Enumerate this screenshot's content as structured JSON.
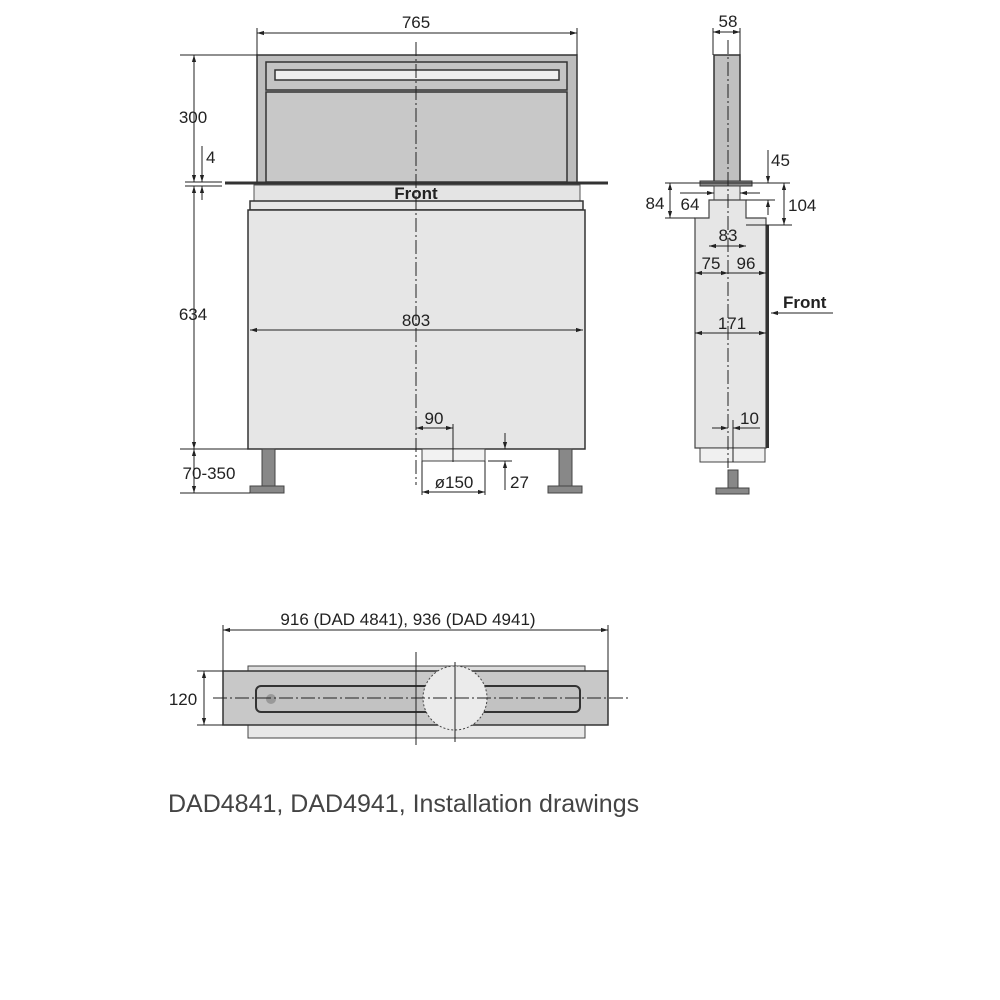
{
  "front_view": {
    "width_top": "765",
    "height_top": "300",
    "rim": "4",
    "front_label": "Front",
    "height_body": "634",
    "width_body": "803",
    "leg_height": "70-350",
    "duct_offset": "90",
    "duct_diameter": "ø150",
    "duct_depth": "27"
  },
  "side_view": {
    "column_width": "58",
    "d45": "45",
    "d84": "84",
    "d64": "64",
    "d104": "104",
    "d83": "83",
    "d75": "75",
    "d96": "96",
    "front_label": "Front",
    "depth": "171",
    "d10": "10"
  },
  "plan_view": {
    "width": "916 (DAD 4841), 936 (DAD 4941)",
    "depth": "120"
  },
  "caption": "DAD4841, DAD4941, Installation drawings",
  "colors": {
    "panel": "#c6c6c6",
    "body": "#e6e6e6",
    "line": "#222222"
  }
}
